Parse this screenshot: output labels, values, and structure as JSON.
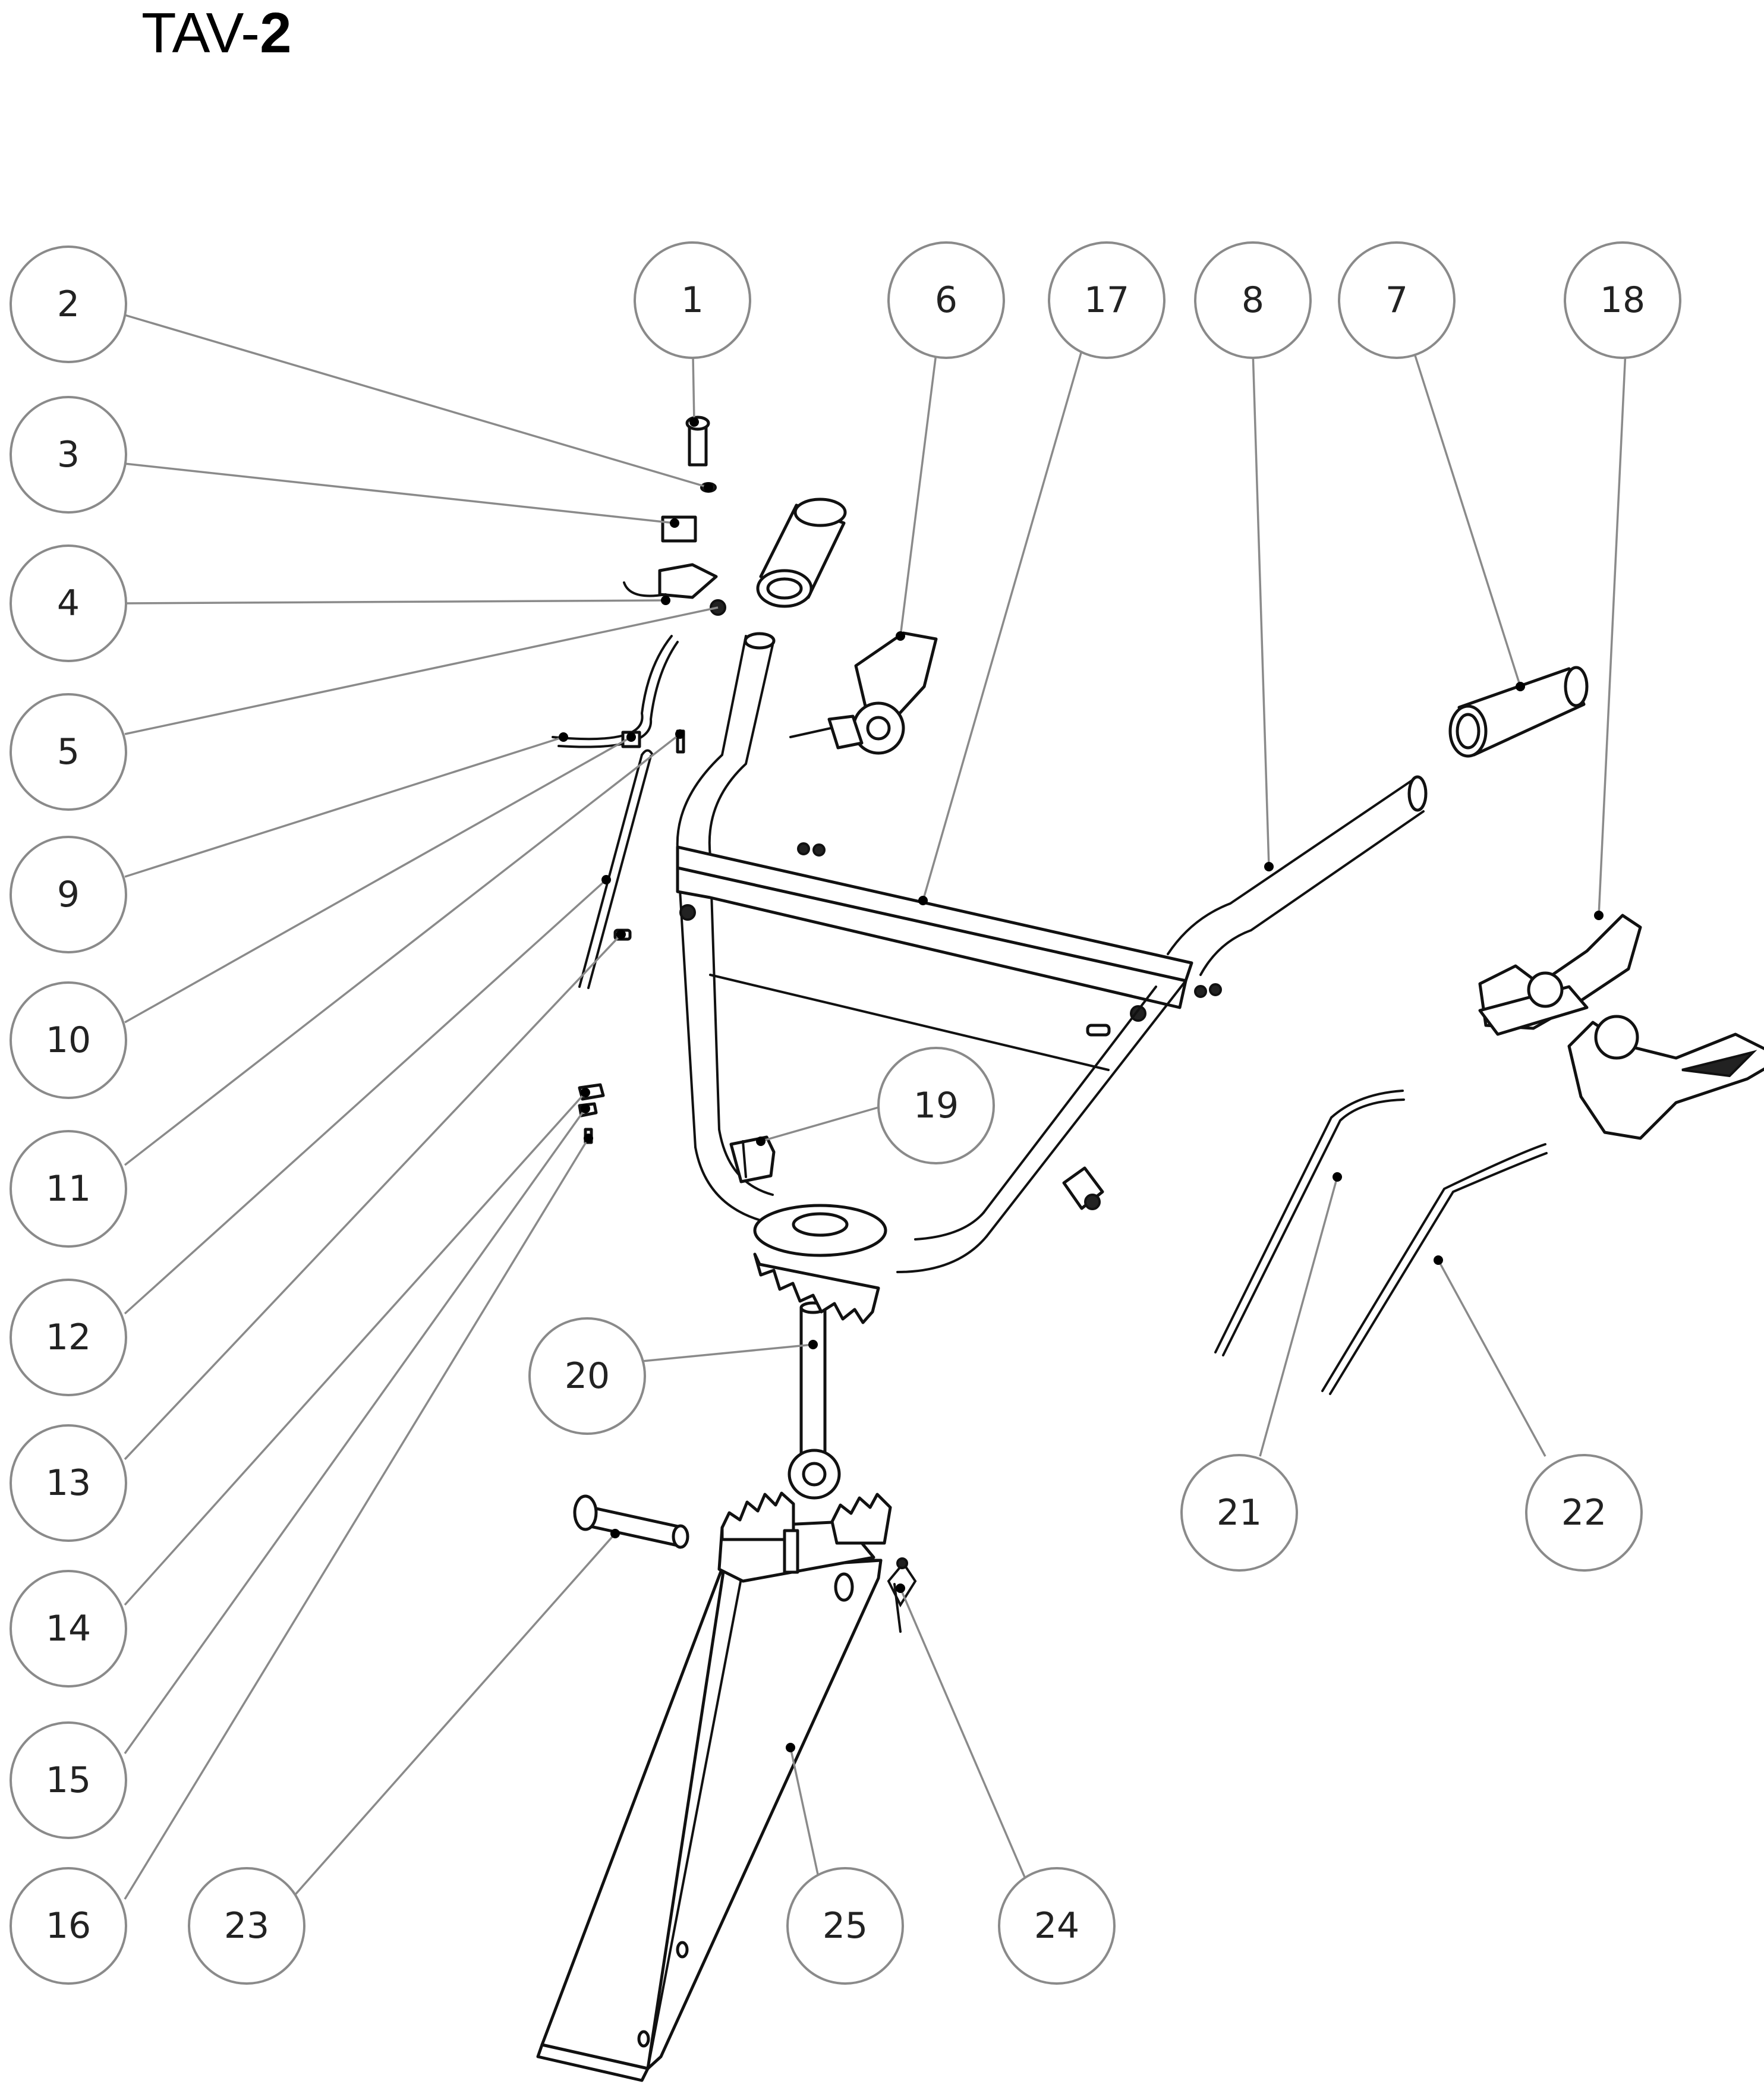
{
  "title": {
    "prefix": "TAV-",
    "number": "2"
  },
  "callouts": [
    {
      "id": "c2",
      "label": "2"
    },
    {
      "id": "c3",
      "label": "3"
    },
    {
      "id": "c4",
      "label": "4"
    },
    {
      "id": "c5",
      "label": "5"
    },
    {
      "id": "c9",
      "label": "9"
    },
    {
      "id": "c10",
      "label": "10"
    },
    {
      "id": "c11",
      "label": "11"
    },
    {
      "id": "c12",
      "label": "12"
    },
    {
      "id": "c13",
      "label": "13"
    },
    {
      "id": "c14",
      "label": "14"
    },
    {
      "id": "c15",
      "label": "15"
    },
    {
      "id": "c16",
      "label": "16"
    },
    {
      "id": "c1",
      "label": "1"
    },
    {
      "id": "c6",
      "label": "6"
    },
    {
      "id": "c17",
      "label": "17"
    },
    {
      "id": "c8",
      "label": "8"
    },
    {
      "id": "c7",
      "label": "7"
    },
    {
      "id": "c18",
      "label": "18"
    },
    {
      "id": "c19",
      "label": "19"
    },
    {
      "id": "c20",
      "label": "20"
    },
    {
      "id": "c21",
      "label": "21"
    },
    {
      "id": "c22",
      "label": "22"
    },
    {
      "id": "c23",
      "label": "23"
    },
    {
      "id": "c25",
      "label": "25"
    },
    {
      "id": "c24",
      "label": "24"
    }
  ]
}
